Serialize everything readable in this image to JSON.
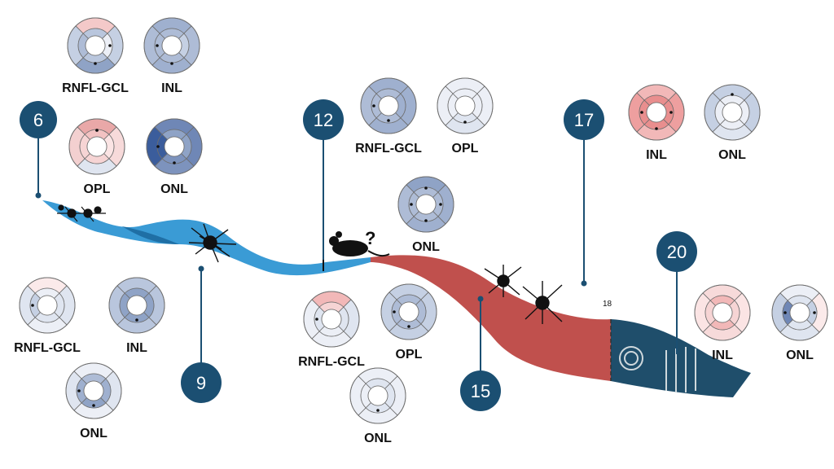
{
  "colors": {
    "marker": "#1b4f72",
    "ribbon_blue": "#3a9bd5",
    "ribbon_blue_dark": "#1f6fa5",
    "ribbon_red": "#c0504d",
    "ribbon_red_dark": "#8f2f2c",
    "ribbon_navy": "#1f4e6b",
    "ring_stroke": "#6e6e6e"
  },
  "markers": [
    {
      "id": "m6",
      "label": "6"
    },
    {
      "id": "m9",
      "label": "9"
    },
    {
      "id": "m12",
      "label": "12"
    },
    {
      "id": "m15",
      "label": "15"
    },
    {
      "id": "m17",
      "label": "17"
    },
    {
      "id": "m20",
      "label": "20"
    }
  ],
  "small_label": "18",
  "question_mark": "?",
  "charts": [
    {
      "id": "c6-rnfl",
      "label": "RNFL-GCL",
      "center": "#ffffff",
      "inner": [
        "#b9c6dd",
        "#eceff6",
        "#b9c6dd",
        "#aebcd6"
      ],
      "outer": [
        "#f4c9c9",
        "#c5d0e3",
        "#8fa3c6",
        "#c5d0e3"
      ]
    },
    {
      "id": "c6-inl",
      "label": "INL",
      "center": "#ffffff",
      "inner": [
        "#aebcd6",
        "#c5d0e3",
        "#aebcd6",
        "#aebcd6"
      ],
      "outer": [
        "#9fb0cf",
        "#aebcd6",
        "#9fb0cf",
        "#aebcd6"
      ]
    },
    {
      "id": "c6-opl",
      "label": "OPL",
      "center": "#ffffff",
      "inner": [
        "#f2c2c2",
        "#fbe4e4",
        "#f6d4d4",
        "#f6d4d4"
      ],
      "outer": [
        "#e9a8a8",
        "#f7dada",
        "#dfe5f0",
        "#f3d0d0"
      ]
    },
    {
      "id": "c6-onl",
      "label": "ONL",
      "center": "#ffffff",
      "inner": [
        "#8fa3c6",
        "#8fa3c6",
        "#7d93bd",
        "#3b5d9c"
      ],
      "outer": [
        "#6f87b6",
        "#6f87b6",
        "#7d93bd",
        "#3b5d9c"
      ]
    },
    {
      "id": "c9-rnfl",
      "label": "RNFL-GCL",
      "center": "#ffffff",
      "inner": [
        "#eceff6",
        "#dfe5f0",
        "#dfe5f0",
        "#c5d0e3"
      ],
      "outer": [
        "#fbeaea",
        "#dfe5f0",
        "#eceff6",
        "#dfe5f0"
      ]
    },
    {
      "id": "c9-inl",
      "label": "INL",
      "center": "#ffffff",
      "inner": [
        "#8fa3c6",
        "#8fa3c6",
        "#8fa3c6",
        "#8fa3c6"
      ],
      "outer": [
        "#b9c6dd",
        "#b9c6dd",
        "#b9c6dd",
        "#b9c6dd"
      ]
    },
    {
      "id": "c9-onl",
      "label": "ONL",
      "center": "#ffffff",
      "inner": [
        "#aebcd6",
        "#9fb0cf",
        "#8fa3c6",
        "#9fb0cf"
      ],
      "outer": [
        "#eceff6",
        "#dfe5f0",
        "#eceff6",
        "#dfe5f0"
      ]
    },
    {
      "id": "c12-rnfl",
      "label": "RNFL-GCL",
      "center": "#ffffff",
      "inner": [
        "#aebcd6",
        "#9fb0cf",
        "#aebcd6",
        "#aebcd6"
      ],
      "outer": [
        "#9fb0cf",
        "#9fb0cf",
        "#9fb0cf",
        "#aebcd6"
      ]
    },
    {
      "id": "c12-opl",
      "label": "OPL",
      "center": "#ffffff",
      "inner": [
        "#eceff6",
        "#eceff6",
        "#dfe5f0",
        "#eceff6"
      ],
      "outer": [
        "#eceff6",
        "#eceff6",
        "#dfe5f0",
        "#eceff6"
      ]
    },
    {
      "id": "c12-onl",
      "label": "ONL",
      "center": "#ffffff",
      "inner": [
        "#aebcd6",
        "#aebcd6",
        "#aebcd6",
        "#aebcd6"
      ],
      "outer": [
        "#8fa3c6",
        "#9fb0cf",
        "#9fb0cf",
        "#aebcd6"
      ]
    },
    {
      "id": "c15-rnfl",
      "label": "RNFL-GCL",
      "center": "#ffffff",
      "inner": [
        "#f6d4d4",
        "#dfe5f0",
        "#eceff6",
        "#dfe5f0"
      ],
      "outer": [
        "#f2b8b8",
        "#dfe5f0",
        "#eceff6",
        "#eceff6"
      ]
    },
    {
      "id": "c15-opl",
      "label": "OPL",
      "center": "#ffffff",
      "inner": [
        "#aebcd6",
        "#aebcd6",
        "#aebcd6",
        "#aebcd6"
      ],
      "outer": [
        "#c5d0e3",
        "#c5d0e3",
        "#c5d0e3",
        "#c5d0e3"
      ]
    },
    {
      "id": "c15-onl",
      "label": "ONL",
      "center": "#ffffff",
      "inner": [
        "#dfe5f0",
        "#dfe5f0",
        "#dfe5f0",
        "#eceff6"
      ],
      "outer": [
        "#eceff6",
        "#eceff6",
        "#eceff6",
        "#eceff6"
      ]
    },
    {
      "id": "c17-inl",
      "label": "INL",
      "center": "#ffffff",
      "inner": [
        "#e98e8e",
        "#e98e8e",
        "#e98e8e",
        "#e98e8e"
      ],
      "outer": [
        "#f2b8b8",
        "#ee9f9f",
        "#f2b8b8",
        "#ee9f9f"
      ]
    },
    {
      "id": "c17-onl",
      "label": "ONL",
      "center": "#ffffff",
      "inner": [
        "#eceff6",
        "#eceff6",
        "#eceff6",
        "#eceff6"
      ],
      "outer": [
        "#c5d0e3",
        "#c5d0e3",
        "#dfe5f0",
        "#c5d0e3"
      ]
    },
    {
      "id": "c20-inl",
      "label": "INL",
      "center": "#ffffff",
      "inner": [
        "#f2b8b8",
        "#f6d4d4",
        "#f2b8b8",
        "#f6d4d4"
      ],
      "outer": [
        "#f7dada",
        "#fbe4e4",
        "#f7dada",
        "#fbe4e4"
      ]
    },
    {
      "id": "c20-onl",
      "label": "ONL",
      "center": "#ffffff",
      "inner": [
        "#dfe5f0",
        "#c5d0e3",
        "#dfe5f0",
        "#6f87b6"
      ],
      "outer": [
        "#eceff6",
        "#fbeaea",
        "#dfe5f0",
        "#c5d0e3"
      ]
    }
  ]
}
